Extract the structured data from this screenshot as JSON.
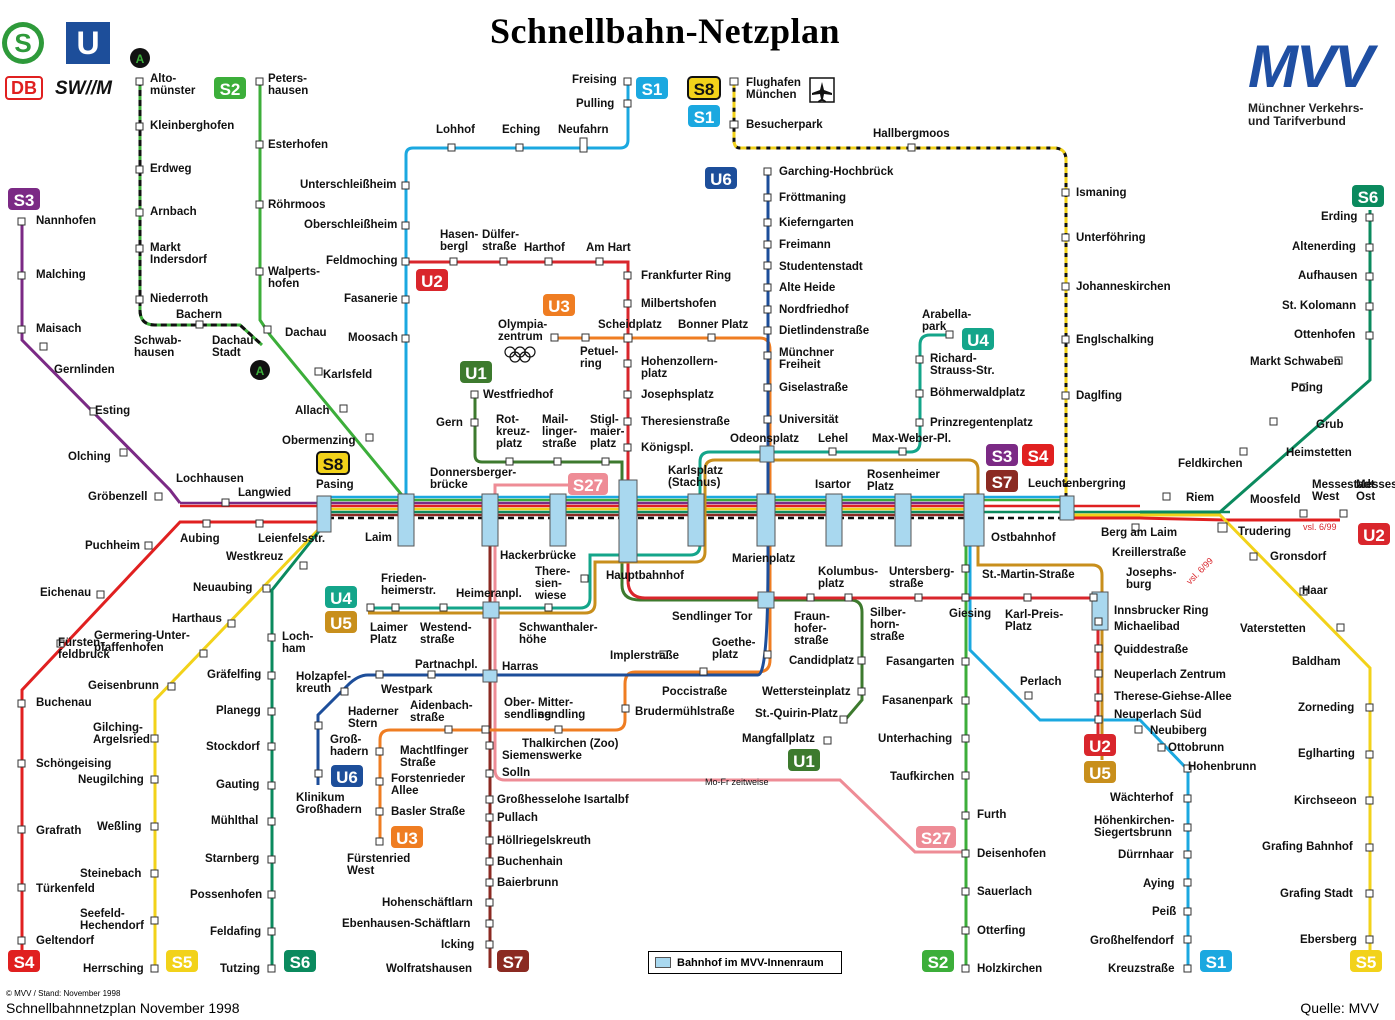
{
  "title": "Schnellbahn-Netzplan",
  "caption": "Schnellbahnnetzplan November 1998",
  "source": "Quelle: MVV",
  "stand": "© MVV / Stand:  November 1998",
  "legend": "Bahnhof im MVV-Innenraum",
  "logo": {
    "name": "MVV",
    "line1": "Münchner Verkehrs-",
    "line2": "und Tarifverbund"
  },
  "operators": {
    "s": "S",
    "u": "U",
    "db": "DB",
    "swm": "SW//M"
  },
  "annotations": {
    "mofr": "Mo-Fr zeitweise",
    "vsl1": "vsl. 6/99",
    "vsl2": "vsl. 6/99",
    "a": "A"
  },
  "colors": {
    "S1": "#1ba8e0",
    "S2": "#3cae3a",
    "S3": "#7b2a85",
    "S4": "#e02020",
    "S5": "#f2d21a",
    "S6": "#0b8a5e",
    "S7": "#8b2a22",
    "S8": "#111111",
    "S27": "#ee8c96",
    "U1": "#3d7a2e",
    "U2": "#d9262c",
    "U3": "#ef7d22",
    "U4": "#14a58a",
    "U5": "#c88f1c",
    "U6": "#1d4e9a",
    "A": "#111111"
  },
  "lines": [
    "S1",
    "S2",
    "S3",
    "S4",
    "S5",
    "S6",
    "S7",
    "S8",
    "S27",
    "U1",
    "U2",
    "U3",
    "U4",
    "U5",
    "U6"
  ],
  "stations": {
    "altomuenster": "Alto-\nmünster",
    "kleinberghofen": "Kleinberghofen",
    "erdweg": "Erdweg",
    "arnbach": "Arnbach",
    "marktindersdorf": "Markt\nIndersdorf",
    "niederroth": "Niederroth",
    "bachern": "Bachern",
    "schwabhausen": "Schwab-\nhausen",
    "dachaustadt": "Dachau\nStadt",
    "petershausen": "Peters-\nhausen",
    "esterhofen": "Esterhofen",
    "roehrmoos": "Röhrmoos",
    "walpertshofen": "Walperts-\nhofen",
    "dachau": "Dachau",
    "karlsfeld": "Karlsfeld",
    "allach": "Allach",
    "obermenzing": "Obermenzing",
    "nannhofen": "Nannhofen",
    "malching": "Malching",
    "maisach": "Maisach",
    "gernlinden": "Gernlinden",
    "esting": "Esting",
    "olching": "Olching",
    "groebenzell": "Gröbenzell",
    "lochhausen": "Lochhausen",
    "langwied": "Langwied",
    "pasing": "Pasing",
    "freising": "Freising",
    "pulling": "Pulling",
    "neufahrn": "Neufahrn",
    "eching": "Eching",
    "lohhof": "Lohhof",
    "unterschleissheim": "Unterschleißheim",
    "oberschleissheim": "Oberschleißheim",
    "feldmoching": "Feldmoching",
    "fasanerie": "Fasanerie",
    "moosach": "Moosach",
    "flughafen": "Flughafen\nMünchen",
    "besucherpark": "Besucherpark",
    "hallbergmoos": "Hallbergmoos",
    "ismaning": "Ismaning",
    "unterfoehring": "Unterföhring",
    "johanneskirchen": "Johanneskirchen",
    "englschalking": "Englschalking",
    "daglfing": "Daglfing",
    "leuchtenbergring": "Leuchtenbergring",
    "garching": "Garching-Hochbrück",
    "froettmaning": "Fröttmaning",
    "kieferngarten": "Kieferngarten",
    "freimann": "Freimann",
    "studentenstadt": "Studentenstadt",
    "alteheide": "Alte Heide",
    "nordfriedhof": "Nordfriedhof",
    "dietlindenstrasse": "Dietlindenstraße",
    "muenchnerfreiheit": "Münchner\nFreiheit",
    "giselastrasse": "Giselastraße",
    "universitaet": "Universität",
    "odeonsplatz": "Odeonsplatz",
    "hasenbergl": "Hasen-\nbergl",
    "duelferstrasse": "Dülfer-\nstraße",
    "harthof": "Harthof",
    "amhart": "Am Hart",
    "frankfurterring": "Frankfurter Ring",
    "milbertshofen": "Milbertshofen",
    "scheidplatz": "Scheidplatz",
    "bonnerplatz": "Bonner Platz",
    "olympiazentrum": "Olympia-\nzentrum",
    "petuelring": "Petuel-\nring",
    "hohenzollernplatz": "Hohenzollern-\nplatz",
    "josephsplatz": "Josephsplatz",
    "theresienstrasse": "Theresienstraße",
    "koenigsplatz": "Königspl.",
    "westfriedhof": "Westfriedhof",
    "gern": "Gern",
    "rotkreuzplatz": "Rot-\nkreuz-\nplatz",
    "maillingerstrasse": "Mail-\nlinger-\nstraße",
    "stiglmaierplatz": "Stigl-\nmaier-\nplatz",
    "arabellapark": "Arabella-\npark",
    "richardstrauss": "Richard-\nStrauss-Str.",
    "boehmerwaldplatz": "Böhmerwaldplatz",
    "prinzregentenplatz": "Prinzregentenplatz",
    "lehel": "Lehel",
    "maxweberplatz": "Max-Weber-Pl.",
    "donnersbergerbruecke": "Donnersberger-\nbrücke",
    "karlsplatz": "Karlsplatz\n(Stachus)",
    "isartor": "Isartor",
    "rosenheimerplatz": "Rosenheimer\nPlatz",
    "ostbahnhof": "Ostbahnhof",
    "laim": "Laim",
    "hackerbruecke": "Hackerbrücke",
    "hauptbahnhof": "Hauptbahnhof",
    "marienplatz": "Marienplatz",
    "theresienwiese": "There-\nsien-\nwiese",
    "bergamlaim": "Berg am Laim",
    "riem": "Riem",
    "feldkirchen": "Feldkirchen",
    "heimstetten": "Heimstetten",
    "grub": "Grub",
    "poing": "Poing",
    "marktschwaben": "Markt Schwaben",
    "ottenhofen": "Ottenhofen",
    "stkolomann": "St. Kolomann",
    "aufhausen": "Aufhausen",
    "altenerding": "Altenerding",
    "erding": "Erding",
    "moosfeld": "Moosfeld",
    "messestadtwest": "Messestadt\nWest",
    "messestadtost": "Messestadt\nOst",
    "trudering": "Trudering",
    "gronsdorf": "Gronsdorf",
    "haar": "Haar",
    "vaterstetten": "Vaterstetten",
    "baldham": "Baldham",
    "zorneding": "Zorneding",
    "eglharting": "Eglharting",
    "kirchseeon": "Kirchseeon",
    "grafingbahnhof": "Grafing Bahnhof",
    "grafingstadt": "Grafing Stadt",
    "ebersberg": "Ebersberg",
    "kreillerstrasse": "Kreillerstraße",
    "josephsburg": "Josephs-\nburg",
    "innsbruckerring": "Innsbrucker Ring",
    "michaelibad": "Michaelibad",
    "quiddestrasse": "Quiddestraße",
    "neuperlachzentrum": "Neuperlach Zentrum",
    "theresegiehse": "Therese-Giehse-Allee",
    "neuperlachsued": "Neuperlach Süd",
    "neubiberg": "Neubiberg",
    "ottobrunn": "Ottobrunn",
    "hohenbrunn": "Hohenbrunn",
    "waechterhof": "Wächterhof",
    "hoehenkirchen": "Höhenkirchen-\nSiegertsbrunn",
    "duerrnhaar": "Dürrnhaar",
    "aying": "Aying",
    "peiss": "Peiß",
    "grosshelfendorf": "Großhelfendorf",
    "kreuzstrasse": "Kreuzstraße",
    "perlach": "Perlach",
    "stmartinstrasse": "St.-Martin-Straße",
    "giesing": "Giesing",
    "karlpreisplatz": "Karl-Preis-\nPlatz",
    "untersbergstrasse": "Untersberg-\nstraße",
    "kolumbusplatz": "Kolumbus-\nplatz",
    "fraunhoferstrasse": "Fraun-\nhofer-\nstraße",
    "silberhornstrasse": "Silber-\nhorn-\nstraße",
    "candidplatz": "Candidplatz",
    "wettersteinplatz": "Wettersteinplatz",
    "stquirinplatz": "St.-Quirin-Platz",
    "mangfallplatz": "Mangfallplatz",
    "fasangarten": "Fasangarten",
    "fasanenpark": "Fasanenpark",
    "unterhaching": "Unterhaching",
    "taufkirchen": "Taufkirchen",
    "furth": "Furth",
    "deisenhofen": "Deisenhofen",
    "sauerlach": "Sauerlach",
    "otterfing": "Otterfing",
    "holzkirchen": "Holzkirchen",
    "sendlingertor": "Sendlinger Tor",
    "goetheplatz": "Goethe-\nplatz",
    "implerstrasse": "Implerstraße",
    "poccistrasse": "Poccistraße",
    "harras": "Harras",
    "partnachplatz": "Partnachpl.",
    "westpark": "Westpark",
    "holzapfelkreuth": "Holzapfel-\nkreuth",
    "haderner": "Haderner\nStern",
    "grosshadern": "Groß-\nhadern",
    "klinikum": "Klinikum\nGroßhadern",
    "heimeranplatz": "Heimeranpl.",
    "westendstrasse": "Westend-\nstraße",
    "laimerplatz": "Laimer\nPlatz",
    "friedenheimer": "Frieden-\nheimerstr.",
    "schwanthalerhoehe": "Schwanthaler-\nhöhe",
    "brudermuehl": "Brudermühlstraße",
    "thalkirchen": "Thalkirchen (Zoo)",
    "obersendling": "Ober-\nsendling",
    "aidenbach": "Aidenbach-\nstraße",
    "machtlfinger": "Machtlfinger\nStraße",
    "forstenrieder": "Forstenrieder\nAllee",
    "baslerstrasse": "Basler Straße",
    "fuerstenried": "Fürstenried\nWest",
    "mittersendling": "Mitter-\nsendling",
    "siemenswerke": "Siemenswerke",
    "solln": "Solln",
    "grosshesselohe": "Großhesselohe Isartalbf",
    "pullach": "Pullach",
    "hoellriegelskreuth": "Höllriegelskreuth",
    "buchenhain": "Buchenhain",
    "baierbrunn": "Baierbrunn",
    "hohenschaeftlarn": "Hohenschäftlarn",
    "ebenhausen": "Ebenhausen-Schäftlarn",
    "icking": "Icking",
    "wolfratshausen": "Wolfratshausen",
    "aubing": "Aubing",
    "leienfelsstrasse": "Leienfelsstr.",
    "westkreuz": "Westkreuz",
    "puchheim": "Puchheim",
    "eichenau": "Eichenau",
    "fuerstenfeldbruck": "Fürsten-\nfeldbruck",
    "buchenau": "Buchenau",
    "schoengeising": "Schöngeising",
    "grafrath": "Grafrath",
    "tuerkenfeld": "Türkenfeld",
    "geltendorf": "Geltendorf",
    "neuaubing": "Neuaubing",
    "harthaus": "Harthaus",
    "germering": "Germering-Unter-\npfaffenhofen",
    "geisenbrunn": "Geisenbrunn",
    "gilching": "Gilching-\nArgelsried",
    "neugilching": "Neugilching",
    "wessling": "Weßling",
    "steinebach": "Steinebach",
    "seefeld": "Seefeld-\nHechendorf",
    "herrsching": "Herrsching",
    "lochham": "Loch-\nham",
    "graefelfing": "Gräfelfing",
    "planegg": "Planegg",
    "stockdorf": "Stockdorf",
    "gauting": "Gauting",
    "muehlthal": "Mühlthal",
    "starnberg": "Starnberg",
    "possenhofen": "Possenhofen",
    "feldafing": "Feldafing",
    "tutzing": "Tutzing"
  }
}
